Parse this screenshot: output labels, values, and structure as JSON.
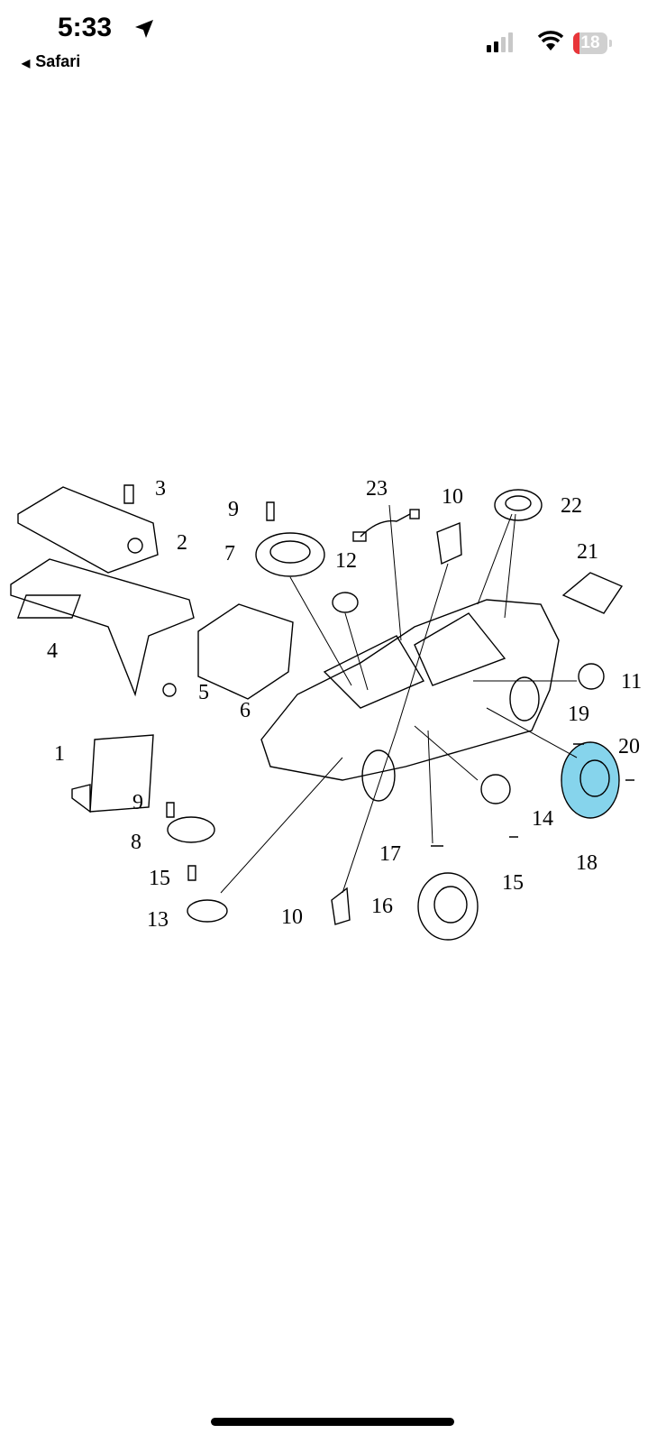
{
  "status_bar": {
    "time": "5:33",
    "back_label": "Safari",
    "battery_level": "18",
    "battery_color": "#e8363a"
  },
  "diagram": {
    "highlight_color": "#86d4ec",
    "labels": [
      "3",
      "2",
      "4",
      "5",
      "1",
      "9",
      "7",
      "6",
      "23",
      "10",
      "22",
      "12",
      "21",
      "11",
      "19",
      "20",
      "14",
      "18",
      "9",
      "8",
      "15",
      "13",
      "10",
      "16",
      "17",
      "15"
    ]
  }
}
